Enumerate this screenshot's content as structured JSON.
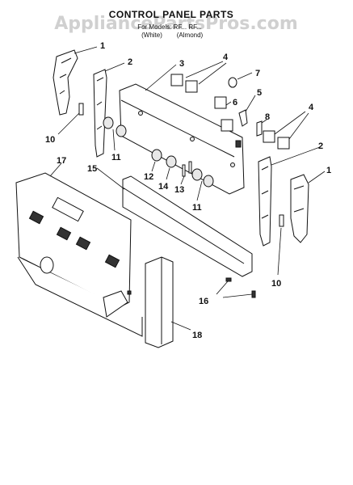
{
  "watermark": "AppliancePartsPros.com",
  "title": "CONTROL PANEL PARTS",
  "subtitle": {
    "models": "For Models: RF...  RF...",
    "color_white": "(White)",
    "color_almond": "(Almond)"
  },
  "callouts": {
    "c1a": "1",
    "c2a": "2",
    "c3": "3",
    "c4a": "4",
    "c7": "7",
    "c6": "6",
    "c5": "5",
    "c8": "8",
    "c4b": "4",
    "c10a": "10",
    "c11a": "11",
    "c2b": "2",
    "c1b": "1",
    "c17": "17",
    "c15": "15",
    "c12": "12",
    "c14": "14",
    "c13": "13",
    "c11b": "11",
    "c10b": "10",
    "c16": "16",
    "c18": "18"
  }
}
